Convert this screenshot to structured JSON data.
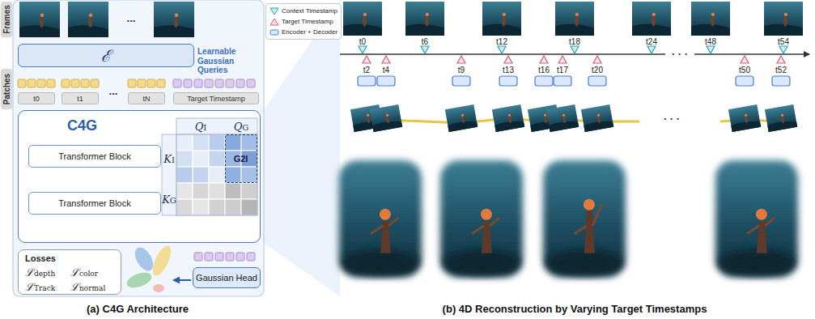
{
  "diagram": {
    "nodes": [
      {
        "text": [
          "ℰ"
        ]
      },
      {
        "text": [
          "t0"
        ]
      },
      {
        "text": [
          "t1"
        ]
      },
      {
        "text": [
          "tN"
        ]
      },
      {
        "text": [
          "Target Timestamp"
        ]
      },
      {
        "text": [
          "C4G"
        ]
      },
      {
        "text": [
          "Transformer Block"
        ],
        "in": 5
      },
      {
        "text": [
          "Transformer Block"
        ],
        "in": 5
      },
      {
        "text": [
          "G2I"
        ],
        "in": 5
      },
      {
        "text": [
          "Losses",
          "ℒdepth",
          "ℒcolor",
          "ℒTrack",
          "ℒnormal"
        ]
      },
      {
        "text": [
          "Gaussian Head"
        ]
      }
    ],
    "labels": [
      "Frames",
      "...",
      "Learnable Gaussian Queries",
      "Patches",
      "...",
      "QI",
      "QG",
      "KI",
      "KG",
      "t0",
      "t6",
      "t12",
      "t18",
      "t24",
      "t48",
      "t54",
      "t2",
      "t4",
      "t9",
      "t13",
      "t16",
      "t17",
      "t20",
      "t50",
      "t52",
      "· · ·",
      "· · ·",
      "(a) C4G Architecture",
      "(b) 4D Reconstruction by Varying Target Timestamps"
    ],
    "legend": [
      {
        "text": "Context Timestamp"
      },
      {
        "text": "Target Timestamp"
      },
      {
        "text": "Encoder + Decoder"
      }
    ]
  }
}
